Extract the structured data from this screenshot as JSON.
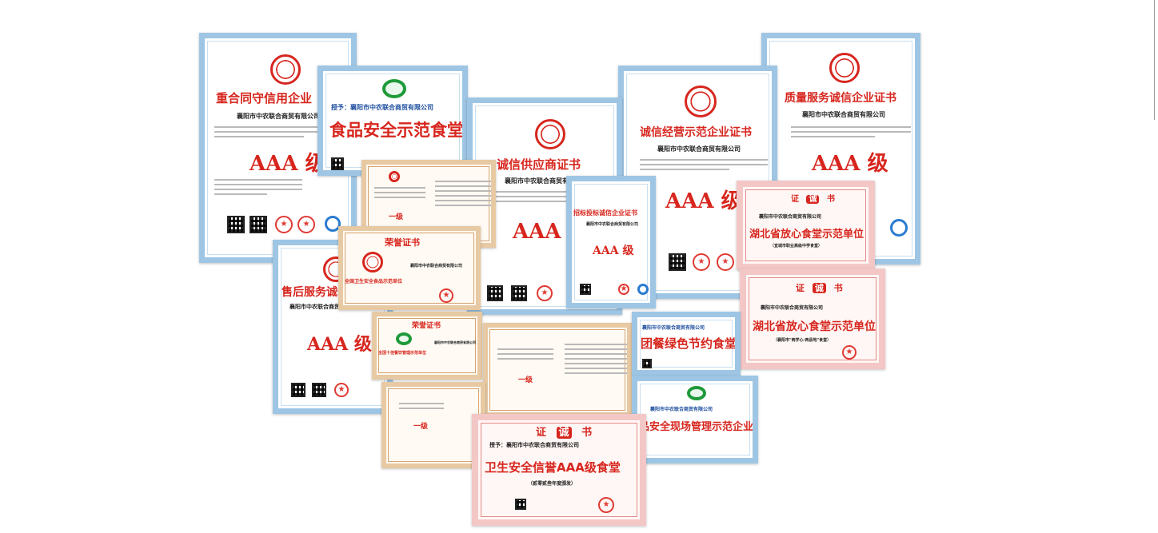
{
  "company": "襄阳市中农联合商贸有限公司",
  "grant_prefix": "授予：",
  "grade": "AAA 级",
  "yi_ji": "一级",
  "certs": {
    "chonghe": "重合同守信用企业",
    "food_safety_demo": "食品安全示范食堂",
    "supplier": "诚信供应商证书",
    "honest_demo": "诚信经营示范企业证书",
    "quality": "质量服务诚信企业证书",
    "bidding": "招标投标诚信企业证书",
    "hubei_demo": "湖北省放心食堂示范单位",
    "hubei_sub1": "（宜城市职业高级中学食堂）",
    "hubei_sub2": "（襄阳市\"两学心·两县地\"食堂）",
    "after_sales": "售后服务诚信",
    "rongyu": "荣誉证书",
    "rongyu_sub": "全国卫生安全食品示范单位",
    "rongyu2": "荣誉证书",
    "rongyu2_sub": "全国十佳餐饮管理示范单位",
    "team_meal": "团餐绿色节约食堂",
    "food_site": "品安全现场管理示范企业",
    "hygiene": "卫生安全信誉AAA级食堂",
    "hygiene_sub": "（贰零贰叁年度颁发）",
    "zheng_shu_left": "证",
    "zheng_shu_right": "书",
    "zheng_shu_mark": "诚"
  },
  "colors": {
    "red": "#d7261e",
    "green": "#1f9a3a",
    "blue_border": "#9ec6e4"
  }
}
